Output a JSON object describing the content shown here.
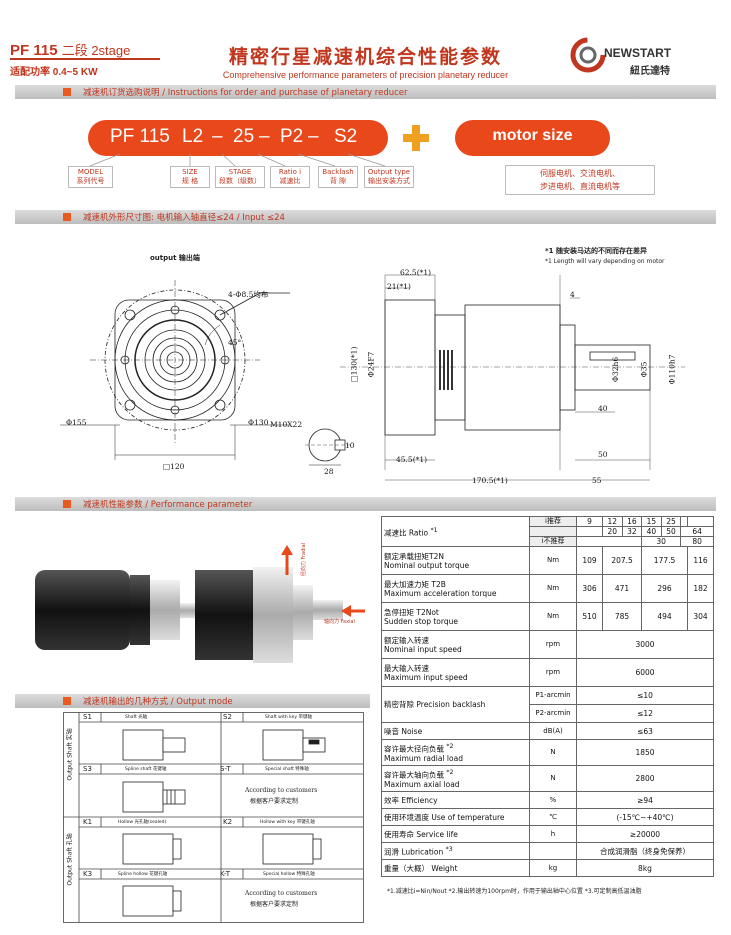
{
  "header": {
    "model": "PF 115",
    "stage": "二段 2stage",
    "power": "适配功率 0.4~5 KW",
    "title": "精密行星减速机综合性能参数",
    "subtitle": "Comprehensive performance parameters of precision planetary reducer",
    "brand": "NEWSTART",
    "brand_cn": "紐氏達特"
  },
  "sections": {
    "order": "减速机订货选购说明 / Instructions for order and purchase of planetary reducer",
    "dimension": "减速机外形尺寸图: 电机输入轴直径≤24 / Input ≤24",
    "performance": "减速机性能参数 / Performance parameter",
    "output_mode": "减速机输出的几种方式 / Output mode"
  },
  "order_code": {
    "parts": [
      "PF 115",
      "L2",
      "25",
      "P2",
      "S2"
    ],
    "motor_size": "motor size",
    "labels": [
      {
        "en": "MODEL",
        "cn": "系列代号"
      },
      {
        "en": "SIZE",
        "cn": "规 格"
      },
      {
        "en": "STAGE",
        "cn": "段数（级数）"
      },
      {
        "en": "Ratio i",
        "cn": "减速比"
      },
      {
        "en": "Backlash",
        "cn": "背 隙"
      },
      {
        "en": "Output type",
        "cn": "输出安装方式"
      }
    ],
    "motor_label_1": "伺服电机、交流电机、",
    "motor_label_2": "步进电机、直流电机等"
  },
  "drawing": {
    "output_label": "output 输出端",
    "note_cn": "*1  随安装马达的不同而存在差异",
    "note_en": "*1 Length will vary depending on motor",
    "front_dims": {
      "holes": "4-Φ8.5均布",
      "angle": "45°",
      "d155": "Φ155",
      "d130": "Φ130",
      "sq120": "□120",
      "tap": "M10X22",
      "key": "10",
      "d28": "28"
    },
    "side_dims": {
      "d62_5": "62.5(*1)",
      "d21": "21(*1)",
      "d4": "4",
      "sq130": "□130(*1)",
      "d_sm": "Φ24F7",
      "d_out": "Φ32h6",
      "d35": "Φ35",
      "d110": "Φ110h7",
      "d40": "40",
      "d45": "45.5(*1)",
      "d50": "50",
      "d170": "170.5(*1)",
      "d55": "55"
    }
  },
  "photo": {
    "axial_label": "轴向力 Faxial",
    "radial_label": "径向力 Fradial"
  },
  "performance": {
    "ratio_header_cn": "减速比 Ratio",
    "ratio_note": "*1",
    "i_recommended": "i推荐",
    "i_not_recommended": "i不推荐",
    "ratios_row1": [
      "9",
      "12",
      "16",
      "15",
      "25",
      "",
      ""
    ],
    "ratios_row2": [
      "",
      "20",
      "32",
      "40",
      "50",
      "64"
    ],
    "ratios_row3": [
      "30",
      "80"
    ],
    "rows": [
      {
        "cn": "额定承载扭矩T2N",
        "en": "Nominal output torque",
        "unit": "Nm",
        "v": [
          "109",
          "207.5",
          "177.5",
          "116"
        ]
      },
      {
        "cn": "最大加速力矩 T2B",
        "en": "Maximum acceleration torque",
        "unit": "Nm",
        "v": [
          "306",
          "471",
          "296",
          "182"
        ]
      },
      {
        "cn": "急停扭矩 T2Not",
        "en": "Sudden stop torque",
        "unit": "Nm",
        "v": [
          "510",
          "785",
          "494",
          "304"
        ]
      },
      {
        "cn": "额定输入转速",
        "en": "Nominal input speed",
        "unit": "rpm",
        "value": "3000"
      },
      {
        "cn": "最大输入转速",
        "en": "Maximum input speed",
        "unit": "rpm",
        "value": "6000"
      }
    ],
    "backlash": {
      "cn": "精密背隙 Precision backlash",
      "p1_unit": "P1-arcmin",
      "p1": "≤10",
      "p2_unit": "P2-arcmin",
      "p2": "≤12"
    },
    "rows2": [
      {
        "cn": "噪音 Noise",
        "unit": "dB(A)",
        "value": "≤63"
      },
      {
        "cn": "容许最大径向负载",
        "note": "*2",
        "en": "Maximum radial load",
        "unit": "N",
        "value": "1850"
      },
      {
        "cn": "容许最大轴向负载",
        "note": "*2",
        "en": "Maximum axial load",
        "unit": "N",
        "value": "2800"
      },
      {
        "cn": "效率 Efficiency",
        "unit": "%",
        "value": "≥94"
      },
      {
        "cn": "使用环境温度 Use of temperature",
        "unit": "℃",
        "value": "(-15℃~+40℃)"
      },
      {
        "cn": "使用寿命 Service life",
        "unit": "h",
        "value": "≥20000"
      },
      {
        "cn": "润滑 Lubrication",
        "note": "*3",
        "unit": "",
        "value": "合成润滑脂（终身免保养）"
      },
      {
        "cn": "重量（大概） Weight",
        "unit": "kg",
        "value": "8kg"
      }
    ],
    "footnote": "*1.减速比i=Nin/Nout  *2.输出转速为100rpm时，作用于输出轴中心位置  *3.可定制高低温油脂"
  },
  "output_mode": {
    "row_label_1": "Output Shaft 实轴",
    "row_label_2": "Output Shaft 孔轴",
    "cells": [
      {
        "code": "S1",
        "name": "Shaft 光轴"
      },
      {
        "code": "S2",
        "name": "Shaft with key 带键轴"
      },
      {
        "code": "S3",
        "name": "Spline shaft 花键轴"
      },
      {
        "code": "S-T",
        "name": "Special shaft 特殊轴"
      },
      {
        "code": "K1",
        "name": "Hollow 光孔轴(sealed)"
      },
      {
        "code": "K2",
        "name": "Hollow with key 带键孔轴"
      },
      {
        "code": "K3",
        "name": "Spline hollow 花键孔轴"
      },
      {
        "code": "K-T",
        "name": "Special hollow 特殊孔轴"
      }
    ],
    "custom_en": "According to customers",
    "custom_cn": "根据客户要求定制"
  }
}
